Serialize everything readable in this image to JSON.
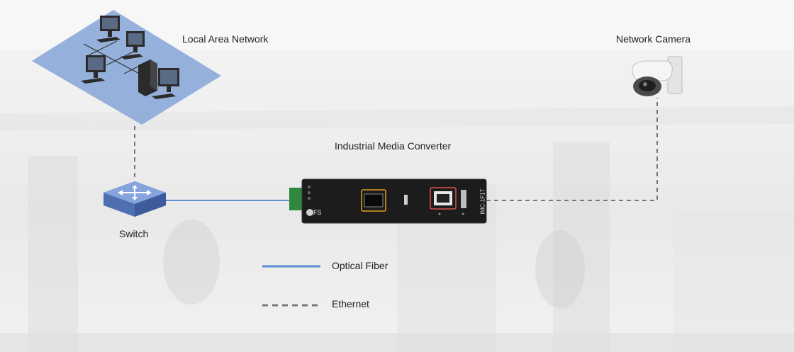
{
  "nodes": {
    "lan": {
      "label": "Local Area Network",
      "icon": "lan-network-icon",
      "fill": "#8aa8d8"
    },
    "camera": {
      "label": "Network Camera",
      "icon": "dome-camera-icon"
    },
    "converter": {
      "label": "Industrial Media Converter",
      "icon": "media-converter-icon",
      "brand": "FS",
      "model": "IMC-1F1T",
      "port_accent": "#d9534f",
      "sfp_accent": "#e0a020"
    },
    "switch": {
      "label": "Switch",
      "icon": "network-switch-icon",
      "fill": "#6f8fcf"
    }
  },
  "links": [
    {
      "from": "lan",
      "to": "switch",
      "type": "Ethernet"
    },
    {
      "from": "switch",
      "to": "converter",
      "type": "Optical Fiber"
    },
    {
      "from": "converter",
      "to": "camera",
      "type": "Ethernet"
    }
  ],
  "legend": [
    {
      "label": "Optical Fiber",
      "style": "solid",
      "color": "#5b8ed6"
    },
    {
      "label": "Ethernet",
      "style": "dashed",
      "color": "#777777"
    }
  ]
}
